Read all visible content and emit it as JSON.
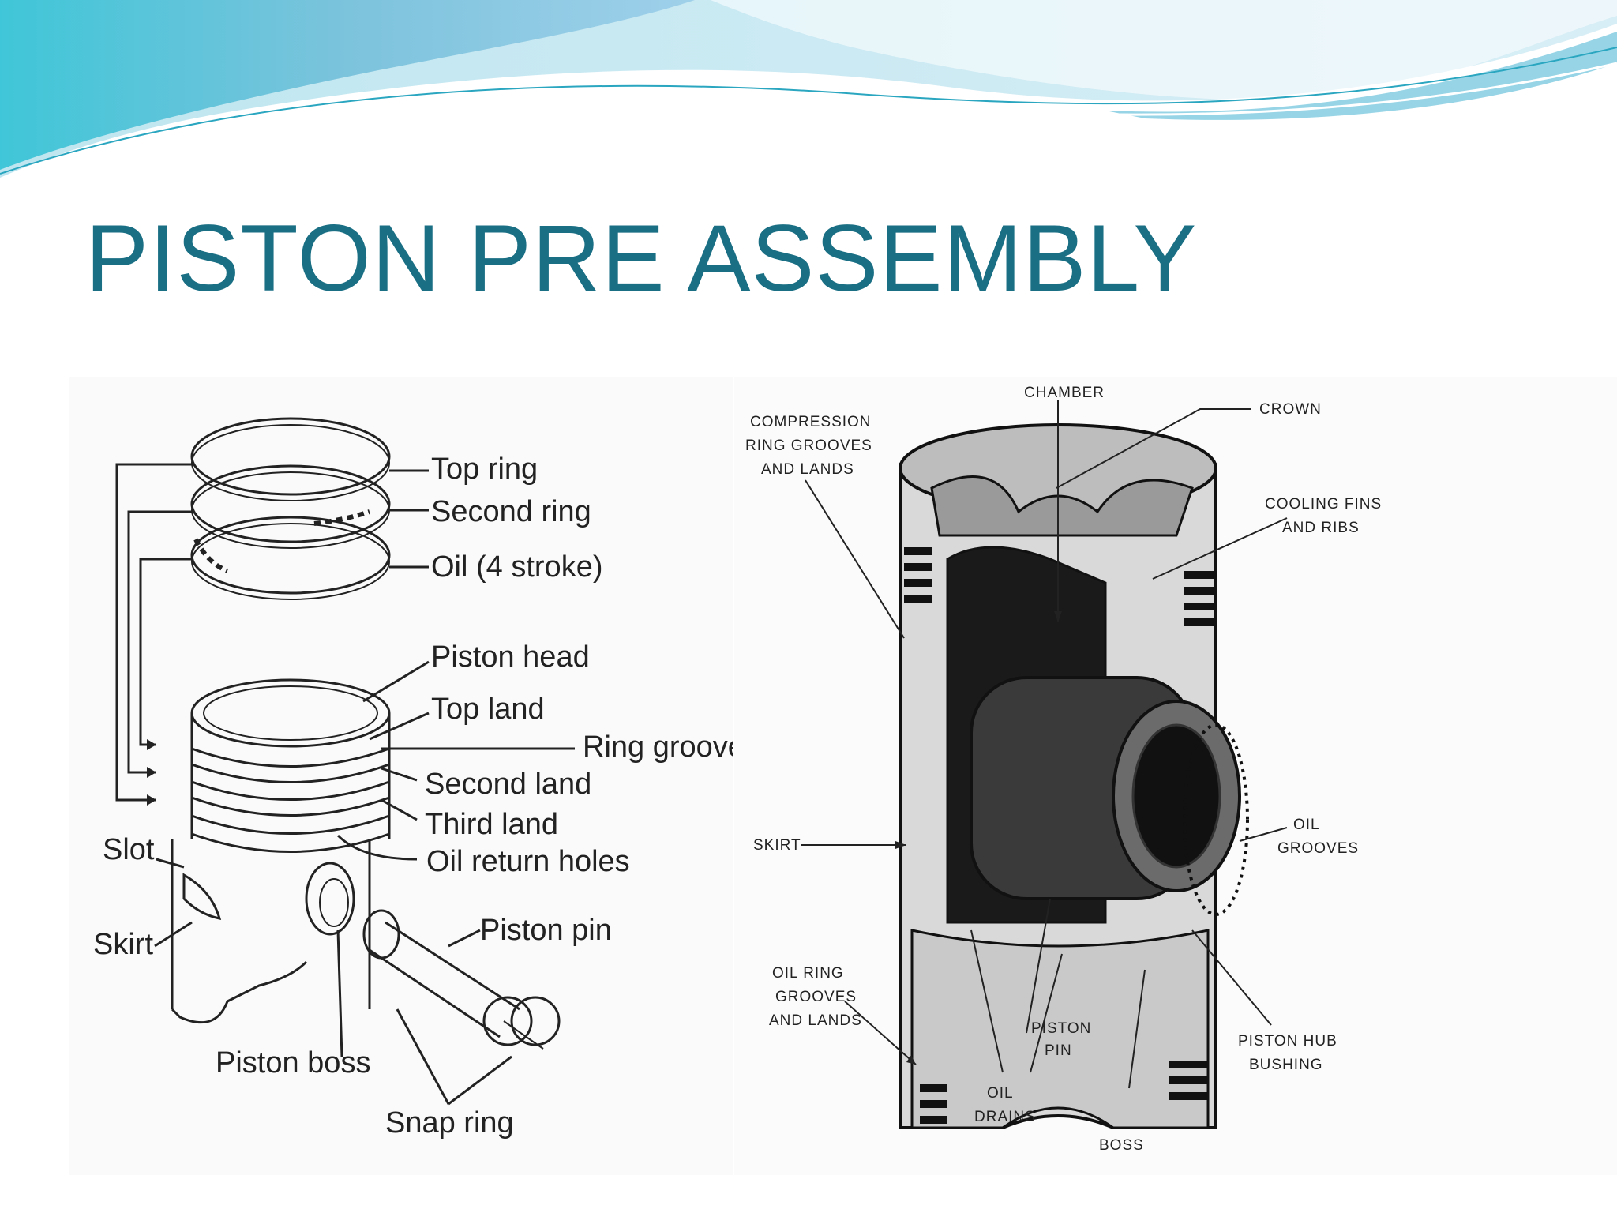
{
  "slide": {
    "title": "PISTON PRE ASSEMBLY"
  },
  "left_diagram": {
    "labels": {
      "top_ring": "Top ring",
      "second_ring": "Second ring",
      "oil_ring": "Oil (4 stroke)",
      "piston_head": "Piston head",
      "top_land": "Top land",
      "ring_groove": "Ring groove",
      "second_land": "Second land",
      "third_land": "Third land",
      "oil_return_holes": "Oil return holes",
      "slot": "Slot",
      "skirt": "Skirt",
      "piston_pin": "Piston pin",
      "piston_boss": "Piston boss",
      "snap_ring": "Snap ring"
    }
  },
  "right_diagram": {
    "labels": {
      "chamber": "CHAMBER",
      "crown": "CROWN",
      "compression_1": "COMPRESSION",
      "compression_2": "RING GROOVES",
      "compression_3": "AND LANDS",
      "cooling_1": "COOLING FINS",
      "cooling_2": "AND RIBS",
      "skirt": "SKIRT",
      "oil_grooves_1": "OIL",
      "oil_grooves_2": "GROOVES",
      "oil_ring_1": "OIL RING",
      "oil_ring_2": "GROOVES",
      "oil_ring_3": "AND LANDS",
      "piston_pin_1": "PISTON",
      "piston_pin_2": "PIN",
      "oil_drains_1": "OIL",
      "oil_drains_2": "DRAINS",
      "boss": "BOSS",
      "hub_bushing_1": "PISTON HUB",
      "hub_bushing_2": "BUSHING"
    }
  }
}
